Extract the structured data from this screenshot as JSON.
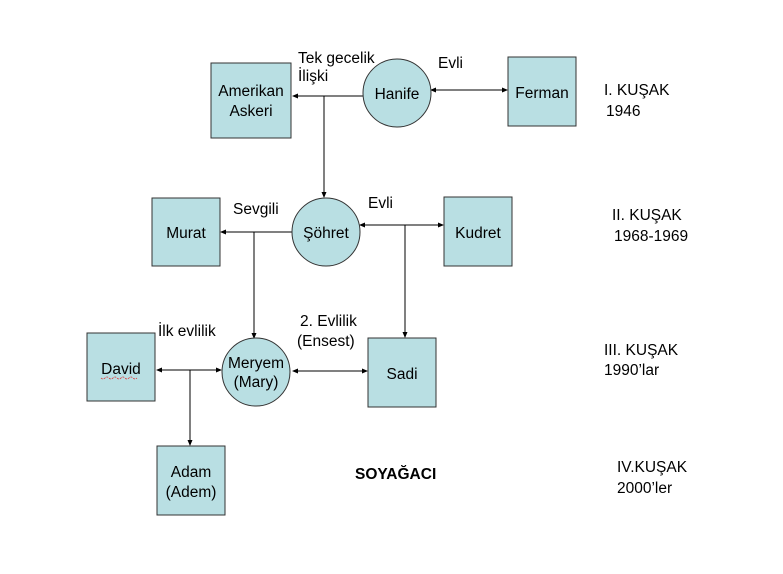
{
  "title": "SOYAĞACI",
  "colors": {
    "node_fill": "#b9dfe3",
    "node_stroke": "#333333"
  },
  "people": {
    "amerikan": {
      "line1": "Amerikan",
      "line2": "Askeri"
    },
    "hanife": "Hanife",
    "ferman": "Ferman",
    "murat": "Murat",
    "sohret": "Şöhret",
    "kudret": "Kudret",
    "david": "David",
    "meryem": {
      "line1": "Meryem",
      "line2": "(Mary)"
    },
    "sadi": "Sadi",
    "adam": {
      "line1": "Adam",
      "line2": "(Adem)"
    }
  },
  "relations": {
    "tek_gecelik": {
      "line1": "Tek gecelik",
      "line2": "İlişki"
    },
    "evli_1": "Evli",
    "sevgili": "Sevgili",
    "evli_2": "Evli",
    "ilk_evlilik": "İlk evlilik",
    "ikinci_evlilik": {
      "line1": "2. Evlilik",
      "line2": "(Ensest)"
    }
  },
  "generations": [
    {
      "label": "I. KUŞAK",
      "years": "1946"
    },
    {
      "label": "II. KUŞAK",
      "years": "1968-1969"
    },
    {
      "label": "III. KUŞAK",
      "years": "1990’lar"
    },
    {
      "label": "IV.KUŞAK",
      "years": "2000’ler"
    }
  ]
}
